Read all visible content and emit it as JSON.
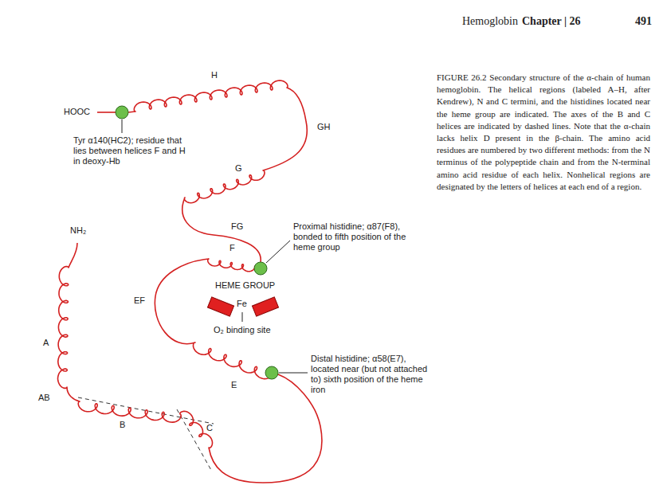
{
  "diagram": {
    "caption": "FIGURE 26.2 Secondary structure of the α-chain of human hemoglobin. The helical regions (labeled A–H, after Kendrew), N and C termini, and the histidines located near the heme group are indicated. The axes of the B and C helices are indicated by dashed lines. Note that the α-chain lacks helix D present in the β-chain. The amino acid residues are numbered by two different methods: from the N terminus of the polypeptide chain and from the N-terminal amino acid residue of each helix. Nonhelical regions are designated by the letters of helices at each end of a region.",
    "labels": [
      "Hemoglobin",
      "Chapter | 26",
      "491",
      "H",
      "HOOC",
      "Tyr α140(HC2); residue that lies between helices F and H in deoxy-Hb",
      "GH",
      "G",
      "FG",
      "NH₂",
      "F",
      "Proximal histidine; α87(F8), bonded to fifth position of the heme group",
      "HEME GROUP",
      "Fe",
      "O₂ binding site",
      "EF",
      "A",
      "Distal histidine; α58(E7), located near (but not attached to) sixth position of the heme iron",
      "E",
      "AB",
      "B",
      "C"
    ]
  }
}
